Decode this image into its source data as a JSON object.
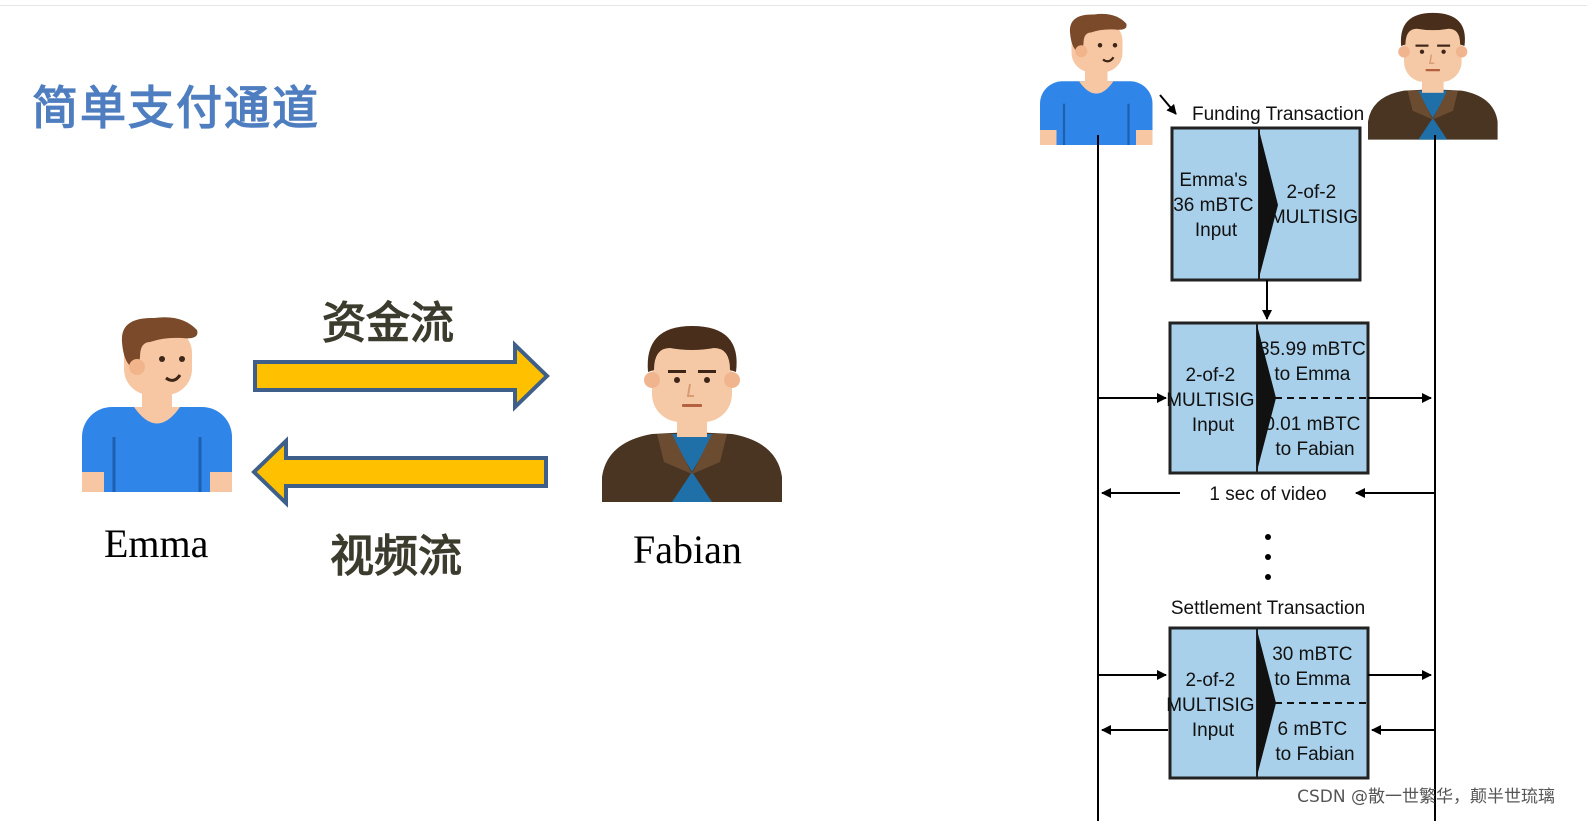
{
  "title": "简单支付通道",
  "left": {
    "emma_label": "Emma",
    "fabian_label": "Fabian",
    "money_flow_label": "资金流",
    "video_flow_label": "视频流"
  },
  "diagram": {
    "funding_title": "Funding Transaction",
    "funding_input": [
      "Emma's",
      "36 mBTC",
      "Input"
    ],
    "funding_output": [
      "2-of-2",
      "MULTISIG"
    ],
    "commit_input": [
      "2-of-2",
      "MULTISIG",
      "Input"
    ],
    "commit_out_emma": [
      "35.99 mBTC",
      "to Emma"
    ],
    "commit_out_fabian": [
      "0.01 mBTC",
      "to Fabian"
    ],
    "video_label": "1 sec of video",
    "settlement_title": "Settlement Transaction",
    "settle_input": [
      "2-of-2",
      "MULTISIG",
      "Input"
    ],
    "settle_out_emma": [
      "30 mBTC",
      "to Emma"
    ],
    "settle_out_fabian": [
      "6 mBTC",
      "to Fabian"
    ]
  },
  "watermark": "CSDN @散一世繁华，颠半世琉璃",
  "colors": {
    "title": "#4f7ec0",
    "arrow_fill": "#ffc000",
    "arrow_stroke": "#3e5f8a",
    "box_fill": "#a9d0ea",
    "shirt_blue": "#2f86e8",
    "jacket_brown": "#4a3523"
  }
}
